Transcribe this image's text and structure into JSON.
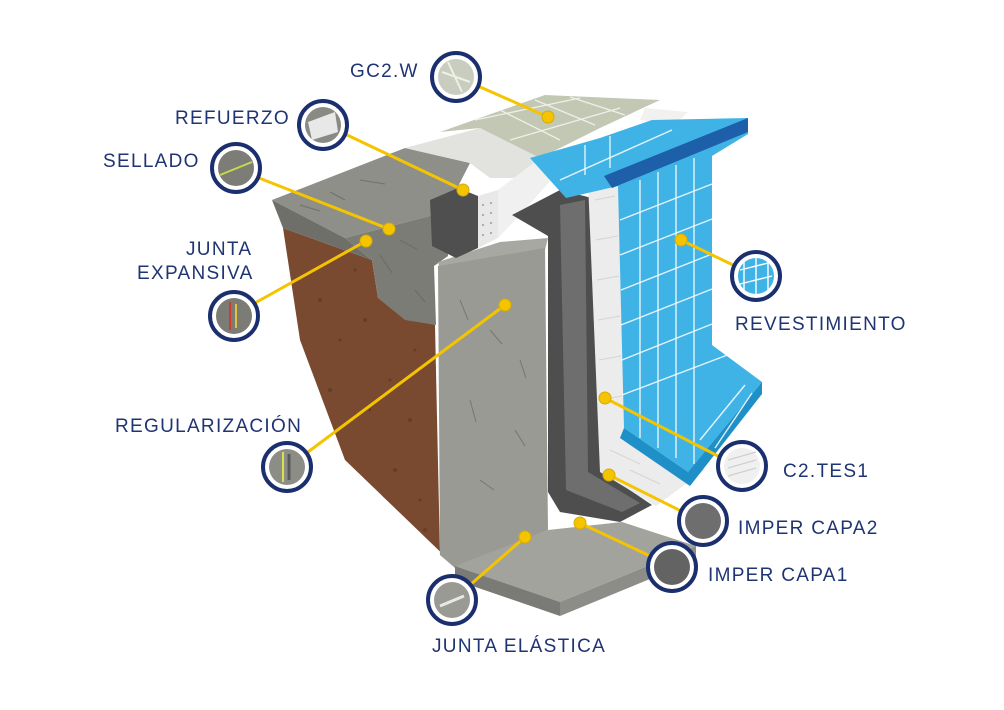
{
  "callouts": [
    {
      "id": "gc2w",
      "label": "GC2.W"
    },
    {
      "id": "refuerzo",
      "label": "REFUERZO"
    },
    {
      "id": "sellado",
      "label": "SELLADO"
    },
    {
      "id": "junta_expansiva",
      "label_lines": [
        "JUNTA",
        "EXPANSIVA"
      ]
    },
    {
      "id": "regularizacion",
      "label": "REGULARIZACIÓN"
    },
    {
      "id": "revestimiento",
      "label": "REVESTIMIENTO"
    },
    {
      "id": "c2tes1",
      "label": "C2.TES1"
    },
    {
      "id": "imper_capa2",
      "label": "IMPER CAPA2"
    },
    {
      "id": "imper_capa1",
      "label": "IMPER CAPA1"
    },
    {
      "id": "junta_elastica",
      "label": "JUNTA ELÁSTICA"
    }
  ],
  "colors": {
    "label_text": "#1f3473",
    "callout_ring": "#1b2f6e",
    "leader_line": "#f5c400",
    "pool_tile": "#3fb3e6",
    "soil": "#7a4a30",
    "concrete": "#9a9a95",
    "waterproofing": "#5a5a5a"
  }
}
